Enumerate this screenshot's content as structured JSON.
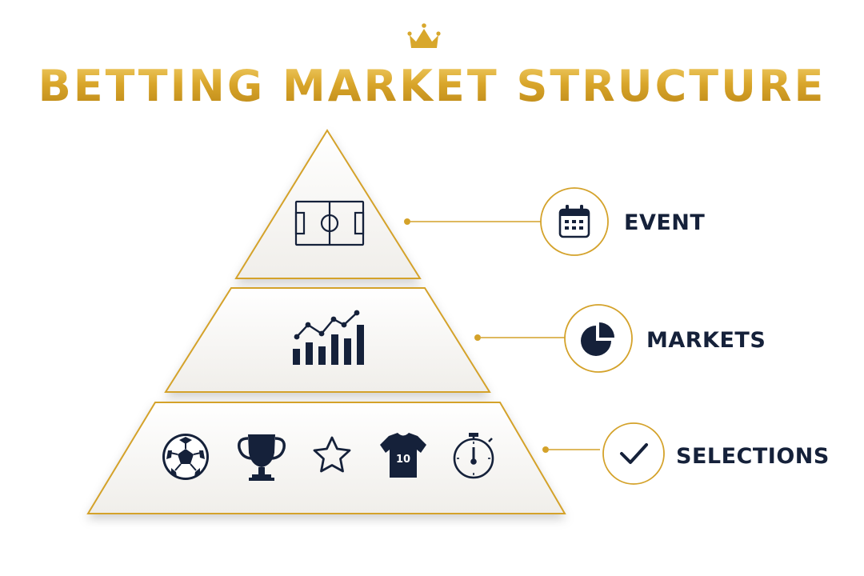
{
  "title": "BETTING MARKET STRUCTURE",
  "colors": {
    "gold": "#d4a22a",
    "navy": "#15213a",
    "tier_fill": "#f7f6f4"
  },
  "tiers": [
    {
      "label": "EVENT",
      "icon": "soccer-field-icon",
      "badge_icon": "calendar-icon"
    },
    {
      "label": "MARKETS",
      "icon": "bar-chart-trend-icon",
      "badge_icon": "pie-chart-icon"
    },
    {
      "label": "SELECTIONS",
      "icons": [
        "soccer-ball-icon",
        "trophy-icon",
        "star-icon",
        "jersey-icon",
        "stopwatch-icon"
      ],
      "badge_icon": "checkmark-icon"
    }
  ],
  "jersey_number": "10"
}
